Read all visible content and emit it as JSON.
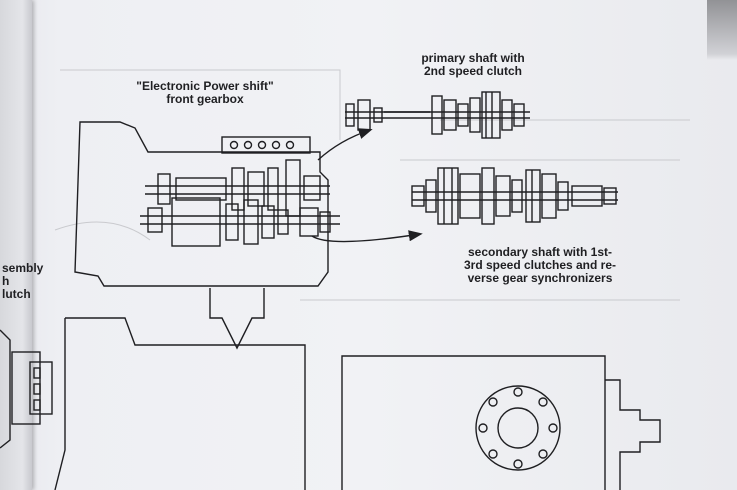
{
  "labels": {
    "gearbox_title_line1": "\"Electronic Power shift\"",
    "gearbox_title_line2": "front gearbox",
    "primary_line1": "primary shaft with",
    "primary_line2": "2nd speed clutch",
    "secondary_line1": "secondary shaft with 1st-",
    "secondary_line2": "3rd speed clutches and re-",
    "secondary_line3": "verse gear synchronizers",
    "left_fragment_line1": "sembly",
    "left_fragment_line2": "h",
    "left_fragment_line3": "lutch"
  },
  "colors": {
    "ink": "#1f1f22",
    "paper": "#eff0f3"
  }
}
